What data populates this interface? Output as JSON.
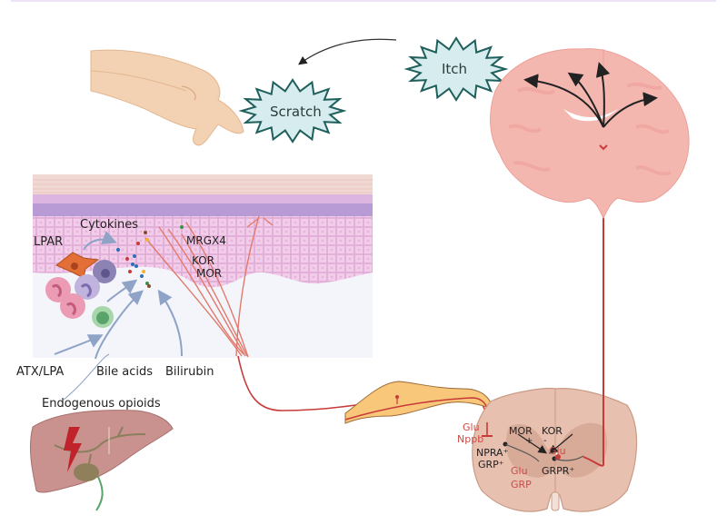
{
  "diagram": {
    "title_topic": "Itch pathway",
    "bursts": {
      "itch": "Itch",
      "scratch": "Scratch"
    },
    "skin_labels": {
      "cytokines": "Cytokines",
      "lpar": "LPAR",
      "mrgx4": "MRGX4",
      "kor": "KOR",
      "mor": "MOR"
    },
    "mediators": {
      "atx_lpa": "ATX/LPA",
      "bile_acids": "Bile acids",
      "bilirubin": "Bilirubin",
      "endogenous_opioids": "Endogenous opioids"
    },
    "spinal_cord": {
      "glu_left": "Glu",
      "nppb": "Nppb",
      "mor": "MOR",
      "kor": "KOR",
      "plus": "+",
      "minus": "-",
      "npra": "NPRA⁺",
      "grp_plus": "GRP⁺",
      "glu_right": "Glu",
      "glu_bottom": "Glu",
      "grp_bottom": "GRP",
      "grpr": "GRPR⁺"
    },
    "colors": {
      "nerve_red": "#d04a45",
      "burst_fill": "#d6ecee",
      "burst_stroke": "#1f5f5c",
      "brain": "#f4b7b0",
      "spinal": "#e7c0b0",
      "skin_pink": "#eec6e6",
      "skin_purple": "#b89bd4",
      "liver": "#c9928f",
      "ganglion": "#f8c77a"
    }
  }
}
